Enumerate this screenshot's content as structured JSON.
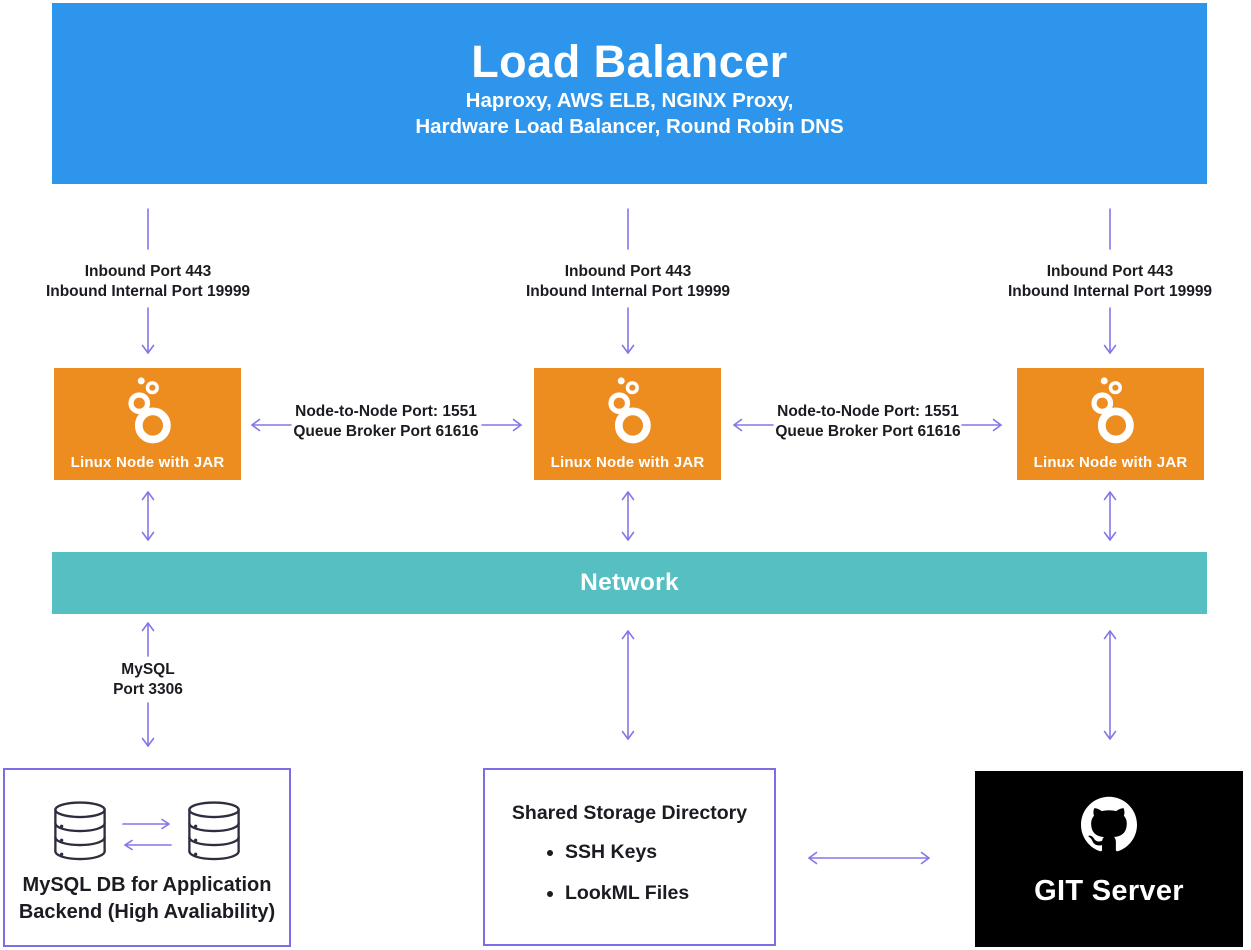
{
  "banner": {
    "title": "Load Balancer",
    "subtitle1": "Haproxy, AWS ELB, NGINX Proxy,",
    "subtitle2": "Hardware Load Balancer, Round Robin DNS"
  },
  "inbound": {
    "line1": "Inbound Port 443",
    "line2": "Inbound Internal Port 19999"
  },
  "node": {
    "label": "Linux Node with JAR"
  },
  "node_link": {
    "line1": "Node-to-Node Port: 1551",
    "line2": "Queue Broker Port 61616"
  },
  "network": {
    "label": "Network"
  },
  "mysql_link": {
    "line1": "MySQL",
    "line2": "Port 3306"
  },
  "mysql_box": {
    "line1": "MySQL DB for Application",
    "line2": "Backend (High Avaliability)"
  },
  "shared_box": {
    "title": "Shared Storage Directory",
    "items": [
      "SSH Keys",
      "LookML Files"
    ]
  },
  "git": {
    "label": "GIT Server"
  },
  "icons": {
    "node_icon": "looker-bubbles-icon",
    "db_icon": "database-cylinder-icon",
    "git_icon": "github-octocat-icon"
  },
  "colors": {
    "banner_blue": "#2D95EB",
    "node_orange": "#ED8C1F",
    "network_teal": "#55BFC1",
    "arrow_purple": "#8276EA",
    "box_border_purple": "#7C6EE6",
    "git_black": "#000000",
    "text_dark": "#1C1B22"
  }
}
